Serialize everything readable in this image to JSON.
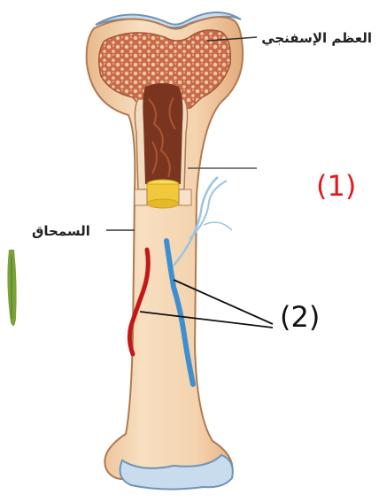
{
  "labels": {
    "spongy_bone": "العظم الإسفنجي",
    "periosteum": "السمحاق",
    "marker_1": "(1)",
    "marker_2": "(2)"
  },
  "colors": {
    "marker_1": "#e0191f",
    "marker_2": "#111111",
    "bone_shaft": "#f4d6b4",
    "spongy_bone": "#c96a4b",
    "marrow": "#7a3520",
    "cartilage": "#c8dcee",
    "artery": "#c21818",
    "vein": "#3f8fd0"
  }
}
